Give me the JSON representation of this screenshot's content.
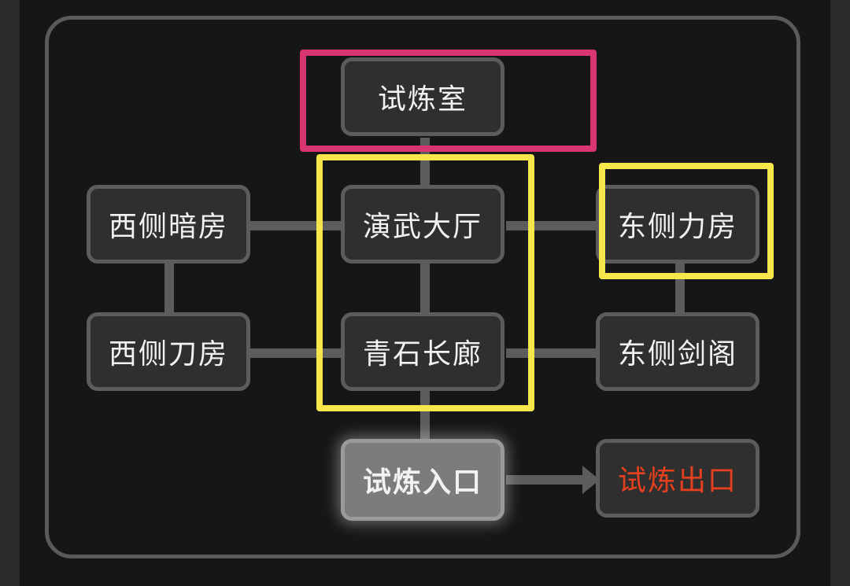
{
  "colors": {
    "background": "#161616",
    "room_fill": "#2f2f2f",
    "room_border": "#5c5c5c",
    "current_room_fill": "#7c7c7c",
    "exit_text": "#e8401e",
    "highlight_pink": "#d93570",
    "highlight_yellow": "#f7e64a"
  },
  "rooms": {
    "trial_room": "试炼室",
    "west_dark_room": "西侧暗房",
    "martial_hall": "演武大厅",
    "east_power_room": "东侧力房",
    "west_blade_room": "西侧刀房",
    "bluestone_corridor": "青石长廊",
    "east_sword_pavilion": "东侧剑阁",
    "trial_entrance": "试炼入口",
    "trial_exit": "试炼出口"
  },
  "current_room": "trial_entrance"
}
